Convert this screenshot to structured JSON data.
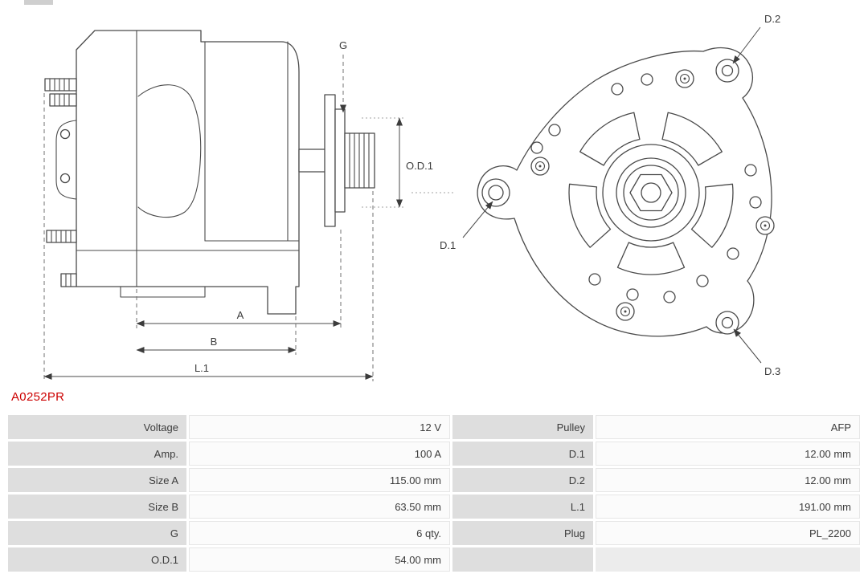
{
  "part_number": "A0252PR",
  "diagram": {
    "side_view": {
      "dim_g": "G",
      "dim_od1": "O.D.1",
      "dim_a": "A",
      "dim_b": "B",
      "dim_l1": "L.1"
    },
    "front_view": {
      "dim_d1": "D.1",
      "dim_d2": "D.2",
      "dim_d3": "D.3"
    }
  },
  "spec_table": {
    "rows": [
      {
        "label1": "Voltage",
        "value1": "12 V",
        "label2": "Pulley",
        "value2": "AFP"
      },
      {
        "label1": "Amp.",
        "value1": "100 A",
        "label2": "D.1",
        "value2": "12.00 mm"
      },
      {
        "label1": "Size A",
        "value1": "115.00 mm",
        "label2": "D.2",
        "value2": "12.00 mm"
      },
      {
        "label1": "Size B",
        "value1": "63.50 mm",
        "label2": "L.1",
        "value2": "191.00 mm"
      },
      {
        "label1": "G",
        "value1": "6 qty.",
        "label2": "Plug",
        "value2": "PL_2200"
      },
      {
        "label1": "O.D.1",
        "value1": "54.00 mm",
        "label2": "",
        "value2": ""
      }
    ]
  },
  "colors": {
    "part_number": "#cc0000",
    "line": "#4a4a4a",
    "label_bg": "#dedede",
    "value_bg": "#fbfbfb"
  }
}
